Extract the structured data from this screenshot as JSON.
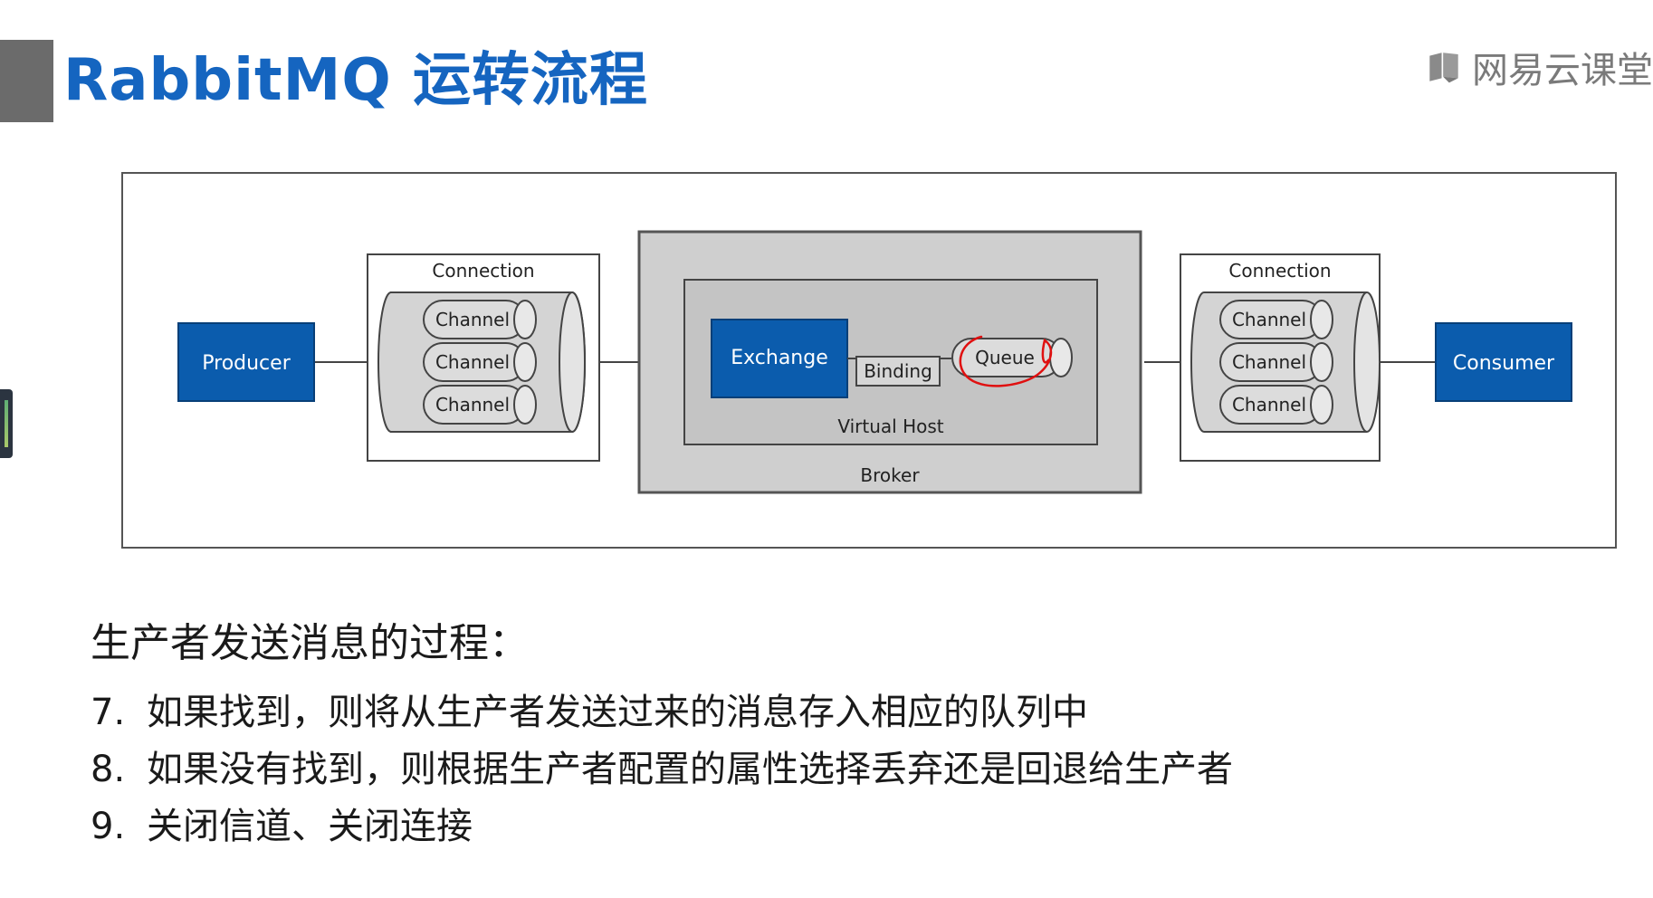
{
  "header": {
    "title": "RabbitMQ 运转流程",
    "brand": "网易云课堂",
    "brand_icon": "book-logo-icon"
  },
  "diagram": {
    "producer": "Producer",
    "consumer": "Consumer",
    "left_connection": {
      "label": "Connection",
      "channels": [
        "Channel",
        "Channel",
        "Channel"
      ]
    },
    "right_connection": {
      "label": "Connection",
      "channels": [
        "Channel",
        "Channel",
        "Channel"
      ]
    },
    "broker": "Broker",
    "virtual_host": "Virtual Host",
    "exchange": "Exchange",
    "binding": "Binding",
    "queue": "Queue",
    "colors": {
      "node_blue": "#0b5cad",
      "broker_gray": "#cfcfcf",
      "vhost_gray": "#c4c4c4",
      "annotation_red": "#e01010"
    }
  },
  "content": {
    "heading": "生产者发送消息的过程：",
    "steps": [
      {
        "num": "7.",
        "text": "如果找到，则将从生产者发送过来的消息存入相应的队列中"
      },
      {
        "num": "8.",
        "text": "如果没有找到，则根据生产者配置的属性选择丢弃还是回退给生产者"
      },
      {
        "num": "9.",
        "text": "关闭信道、关闭连接"
      }
    ]
  }
}
